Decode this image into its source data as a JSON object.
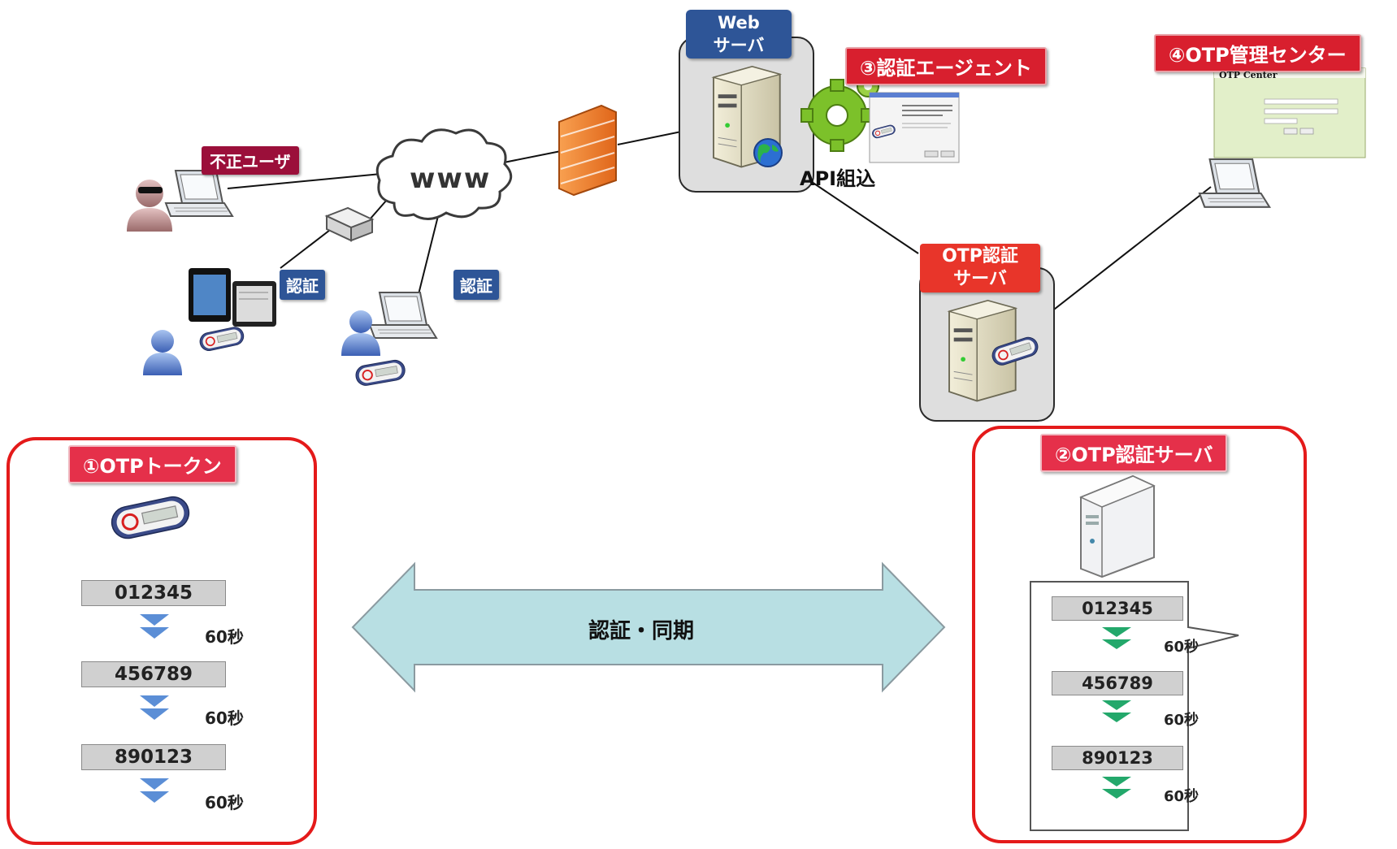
{
  "colors": {
    "panel_border": "#e41a1a",
    "arrow_fill": "#b8dfe3",
    "blue_chevron": "#5b8ed6",
    "green_chevron": "#23a86b",
    "tag_red": "#d81f2e",
    "tag_blue": "#2e5597"
  },
  "labels": {
    "web_server": "Web\nサーバ",
    "auth_agent": "③認証エージェント",
    "otp_center": "④OTP管理センター",
    "otp_center_window_title": "OTP Center",
    "rogue_user": "不正ユーザ",
    "www": "www",
    "auth_left": "認証",
    "auth_right": "認証",
    "api_embed": "API組込",
    "otp_auth_server": "OTP認証\nサーバ",
    "sync": "認証・同期"
  },
  "token_panel": {
    "title": "①OTPトークン",
    "codes": [
      "012345",
      "456789",
      "890123"
    ],
    "interval": "60秒"
  },
  "server_panel": {
    "title": "②OTP認証サーバ",
    "codes": [
      "012345",
      "456789",
      "890123"
    ],
    "interval": "60秒"
  },
  "icons": [
    "cloud-icon",
    "firewall-icon",
    "server-icon",
    "gear-icon",
    "globe-icon",
    "laptop-icon",
    "tablet-icon",
    "switch-icon",
    "user-icon",
    "otp-token-icon",
    "tower-server-icon"
  ]
}
